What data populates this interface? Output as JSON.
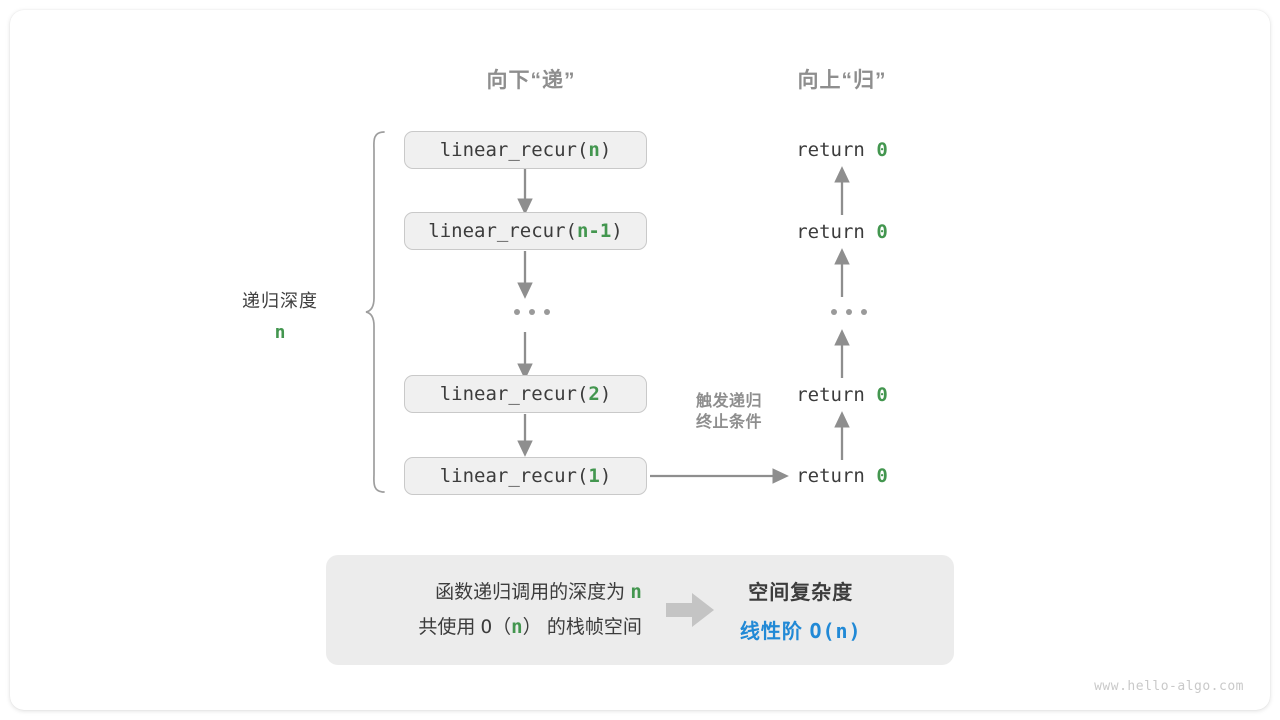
{
  "headers": {
    "descend": "向下“递”",
    "ascend": "向上“归”"
  },
  "depth_label": {
    "title": "递归深度",
    "value": "n"
  },
  "call_stack": [
    {
      "prefix": "linear_recur(",
      "arg": "n",
      "suffix": ")"
    },
    {
      "prefix": "linear_recur(",
      "arg": "n-1",
      "suffix": ")"
    },
    {
      "ellipsis": "..."
    },
    {
      "prefix": "linear_recur(",
      "arg": "2",
      "suffix": ")"
    },
    {
      "prefix": "linear_recur(",
      "arg": "1",
      "suffix": ")"
    }
  ],
  "returns": [
    {
      "text": "return ",
      "zero": "0"
    },
    {
      "text": "return ",
      "zero": "0"
    },
    {
      "ellipsis": "..."
    },
    {
      "text": "return ",
      "zero": "0"
    },
    {
      "text": "return ",
      "zero": "0"
    }
  ],
  "trigger_note": {
    "line1": "触发递归",
    "line2": "终止条件"
  },
  "summary": {
    "left_line1_a": "函数递归调用的深度为 ",
    "left_line1_n": "n",
    "left_line2_a": "共使用 ",
    "left_line2_b": "O（",
    "left_line2_n": "n",
    "left_line2_c": "）",
    "left_line2_d": " 的栈帧空间",
    "arrow_icon": "right-block-arrow",
    "right_title": "空间复杂度",
    "right_value_text": "线性阶 ",
    "right_value_mono": "O(n)"
  },
  "watermark": "www.hello-algo.com",
  "colors": {
    "green": "#43964f",
    "blue": "#2189d6",
    "gray_text": "#3c3c3c",
    "gray_muted": "#8e8e8e",
    "box_fill": "#f0f0f0",
    "box_border": "#c9c9c9",
    "panel_fill": "#ececec",
    "arrow": "#8e8e8e"
  }
}
